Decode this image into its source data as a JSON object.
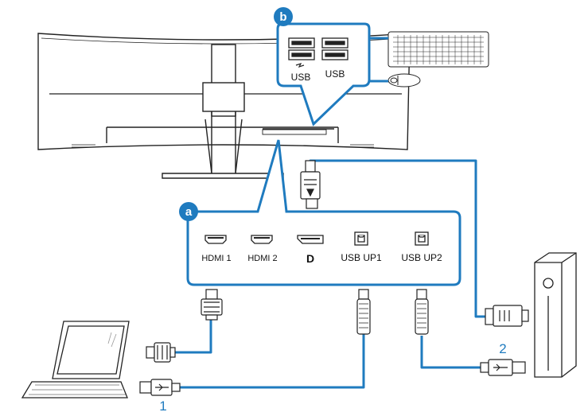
{
  "colors": {
    "cable": "#1f7bbf",
    "outline": "#222222",
    "panel_bg": "#ffffff"
  },
  "callouts": {
    "a": "a",
    "b": "b"
  },
  "ports_top": {
    "usb_left": "USB",
    "usb_right": "USB"
  },
  "ports_panel": {
    "hdmi1": "HDMI 1",
    "hdmi2": "HDMI 2",
    "displayport_logo": "D",
    "usb_up1": "USB UP1",
    "usb_up2": "USB UP2"
  },
  "connections": {
    "label_1": "1",
    "label_2": "2"
  },
  "icons": [
    "monitor-icon",
    "keyboard-icon",
    "mouse-icon",
    "laptop-icon",
    "pc-tower-icon",
    "hdmi-plug-icon",
    "usb-b-plug-icon",
    "usb-a-plug-icon",
    "displayport-plug-icon"
  ]
}
